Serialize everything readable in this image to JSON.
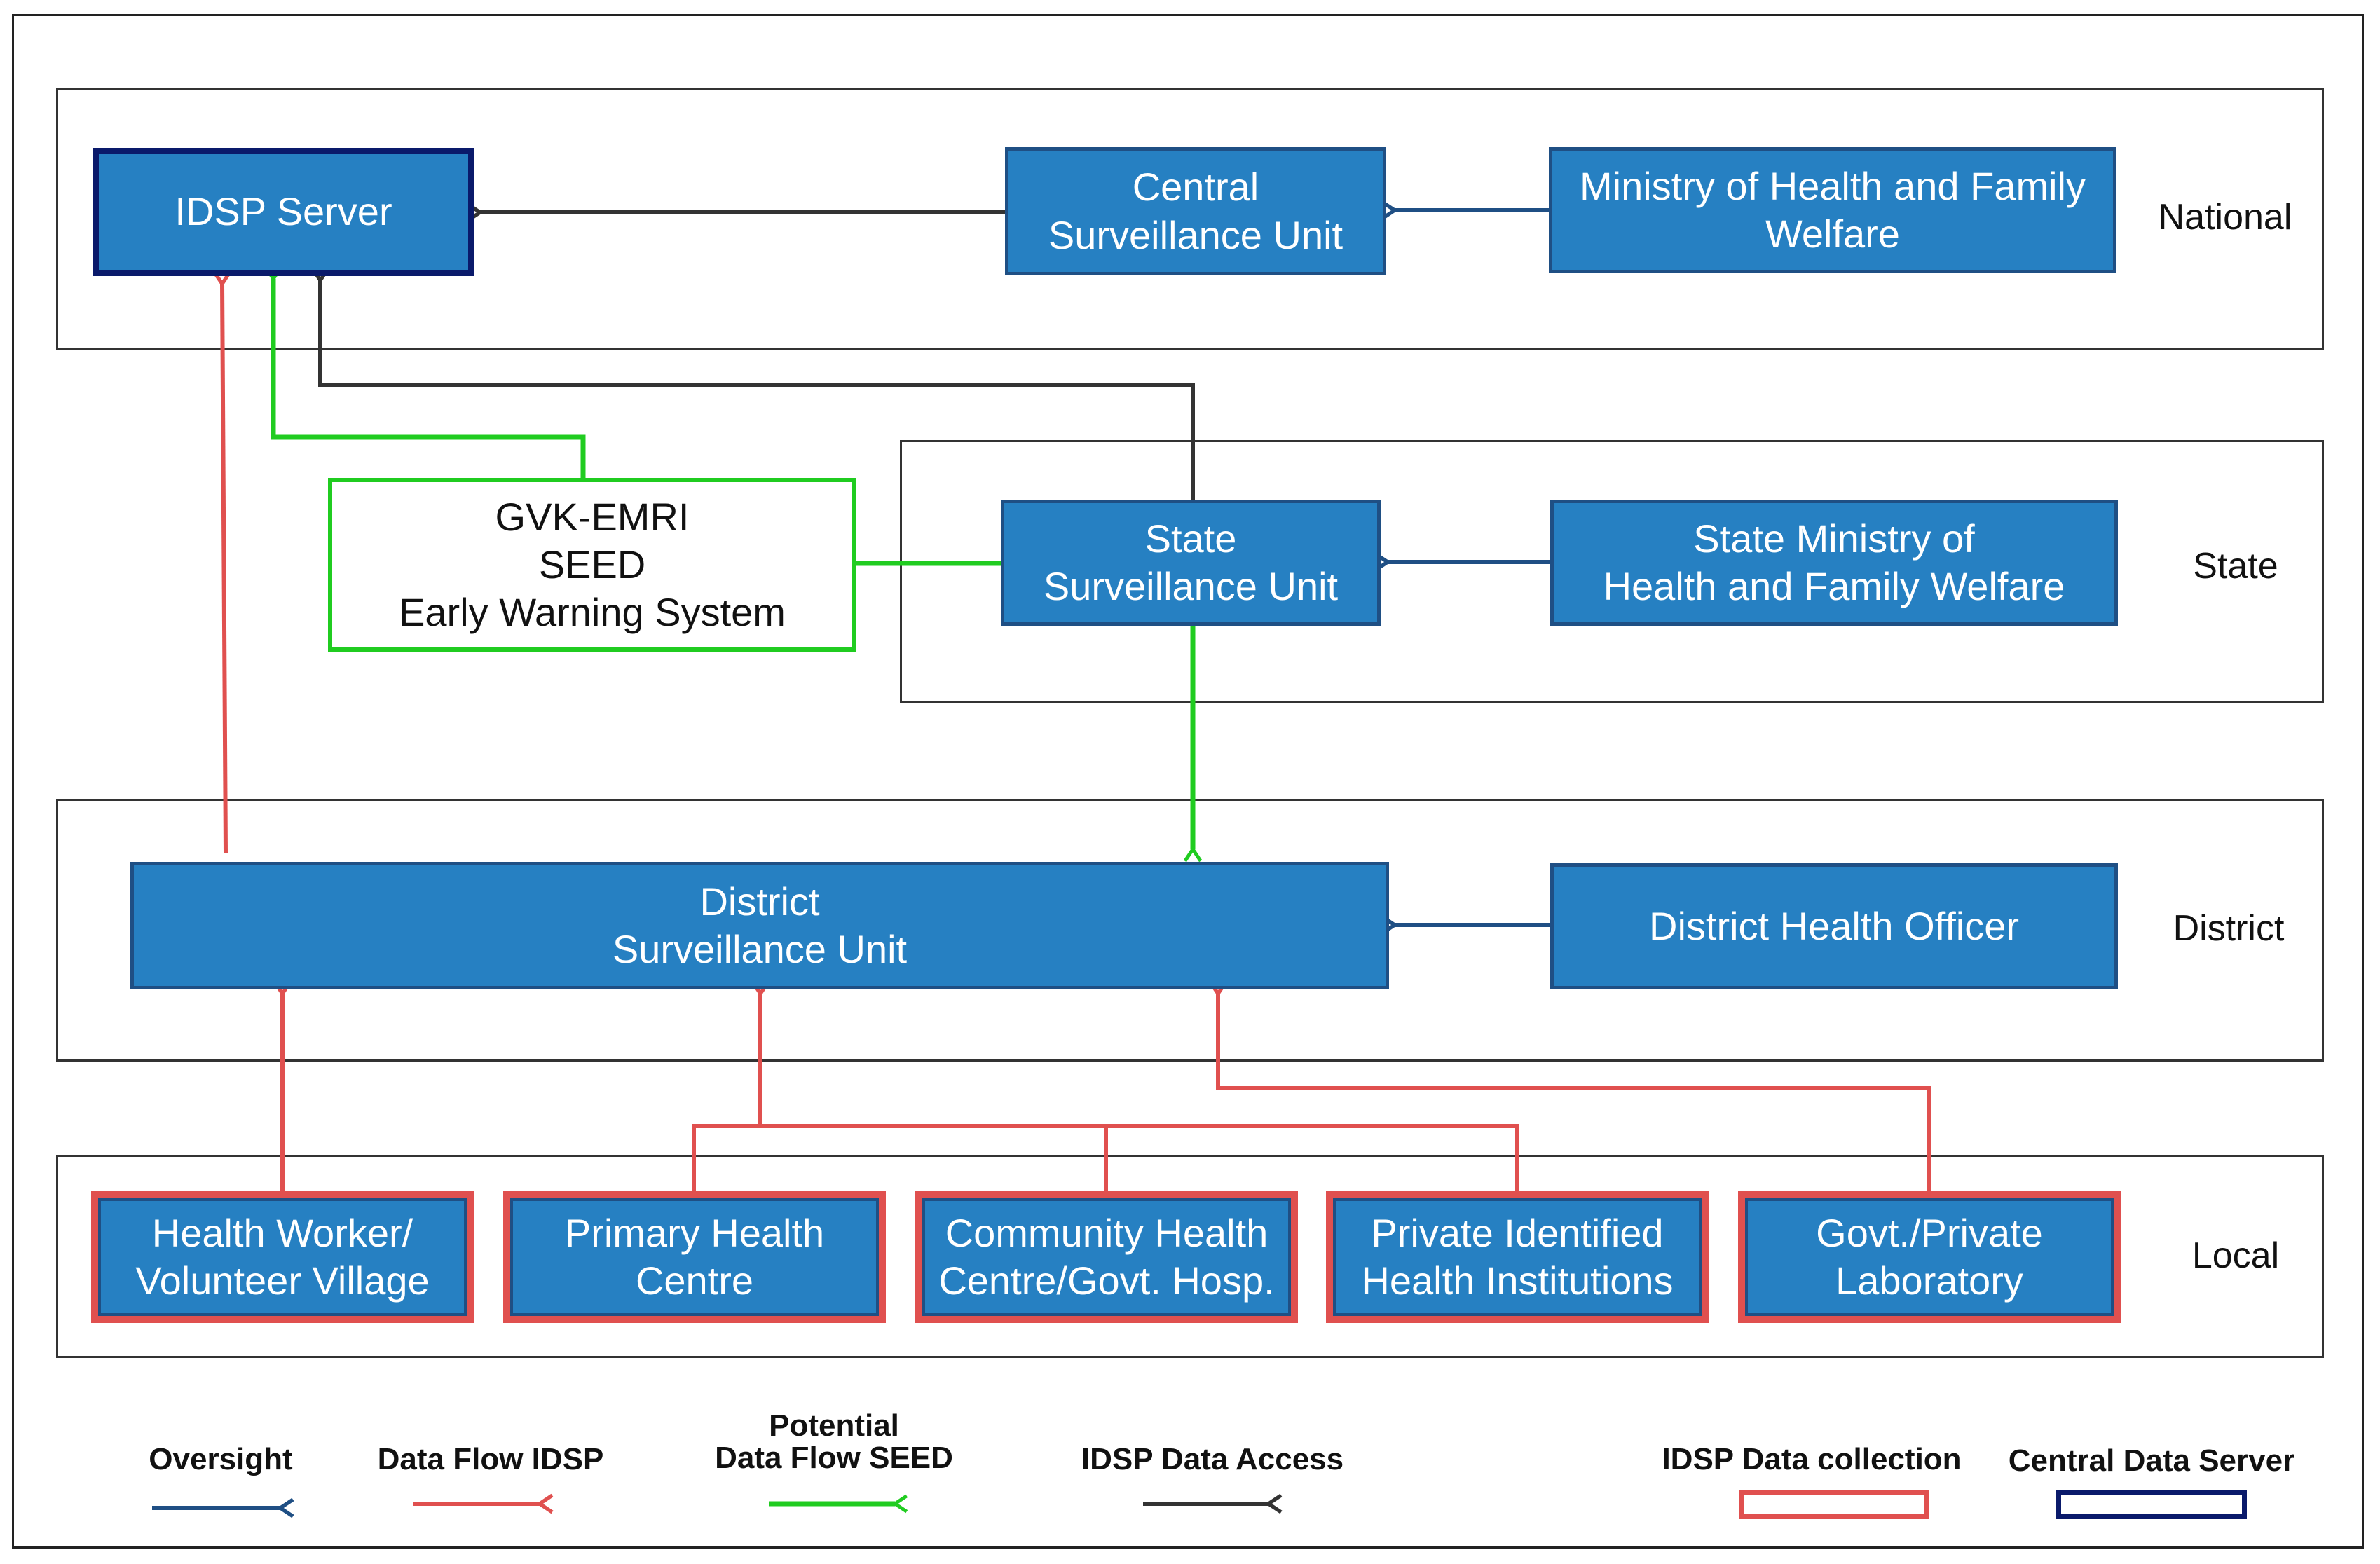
{
  "levels": {
    "national": "National",
    "state": "State",
    "district": "District",
    "local": "Local"
  },
  "nodes": {
    "idsp_server": "IDSP Server",
    "central_su": "Central\nSurveillance Unit",
    "ministry": "Ministry of Health and Family\nWelfare",
    "gvk": "GVK-EMRI\nSEED\nEarly Warning System",
    "state_su": "State\nSurveillance Unit",
    "state_ministry": "State Ministry of\nHealth and Family Welfare",
    "district_su": "District\nSurveillance Unit",
    "dho": "District Health Officer",
    "hw": "Health Worker/\nVolunteer Village",
    "phc": "Primary Health\nCentre",
    "chc": "Community Health\nCentre/Govt.  Hosp.",
    "private": "Private Identified\nHealth Institutions",
    "lab": "Govt./Private\nLaboratory"
  },
  "legend": {
    "oversight": "Oversight",
    "data_flow_idsp": "Data Flow IDSP",
    "potential_seed": "Potential\nData Flow SEED",
    "idsp_access": "IDSP Data Access",
    "idsp_collection": "IDSP Data collection",
    "central_server": "Central Data Server"
  },
  "colors": {
    "node_fill": "#2680c2",
    "oversight": "#1f4f84",
    "data_flow_idsp": "#e0504f",
    "potential_seed": "#20cc20",
    "idsp_access": "#333333",
    "central_server": "#0a1a6b"
  }
}
